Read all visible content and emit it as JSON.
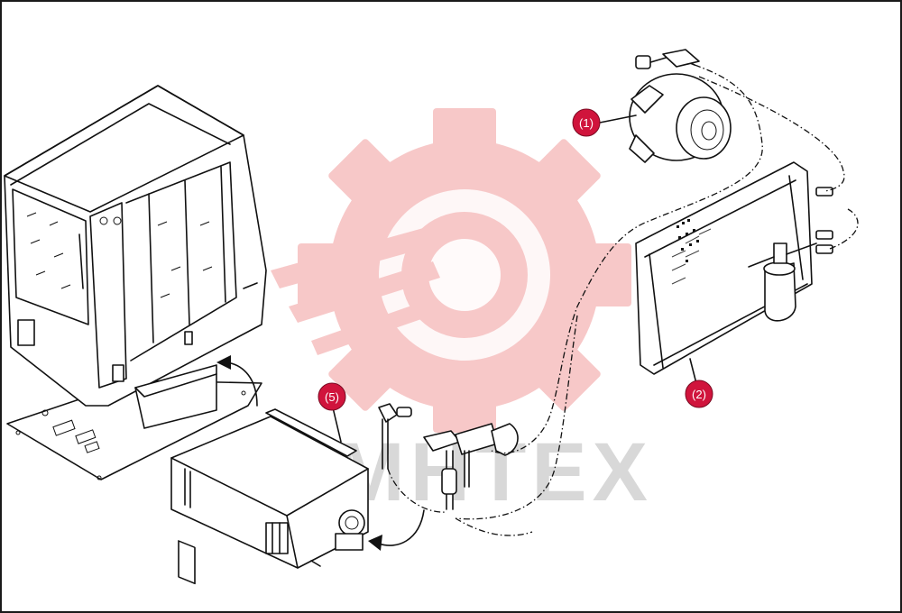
{
  "diagram": {
    "callouts": [
      {
        "id": "compressor",
        "label": "(1)"
      },
      {
        "id": "condenser",
        "label": "(2)"
      },
      {
        "id": "hvac-unit",
        "label": "(5)"
      }
    ],
    "watermark": {
      "text": "MHTEX"
    },
    "colors": {
      "callout_fill": "#d0143c",
      "watermark_gear": "#f7c8c8",
      "line": "#111111",
      "border": "#1a1a1a"
    }
  }
}
